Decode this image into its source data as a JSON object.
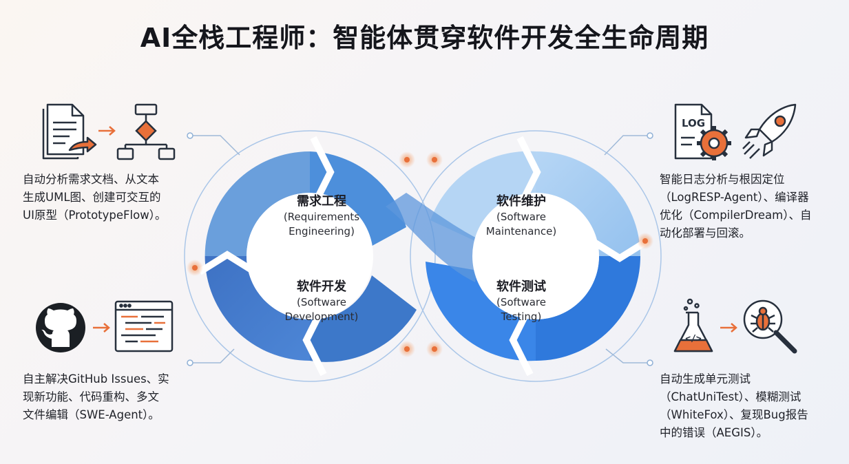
{
  "title": "AI全栈工程师：智能体贯穿软件开发全生命周期",
  "stages": {
    "requirements": {
      "title": "需求工程",
      "en1": "(Requirements",
      "en2": "Engineering)"
    },
    "development": {
      "title": "软件开发",
      "en1": "(Software",
      "en2": "Development)"
    },
    "maintenance": {
      "title": "软件维护",
      "en1": "(Software",
      "en2": "Maintenance)"
    },
    "testing": {
      "title": "软件测试",
      "en1": "(Software",
      "en2": "Testing)"
    }
  },
  "descriptions": {
    "requirements": [
      "自动分析需求文档、从文本",
      "生成UML图、创建可交互的",
      "UI原型（PrototypeFlow）。"
    ],
    "development": [
      "自主解决GitHub Issues、实",
      "现新功能、代码重构、多文",
      "文件编辑（SWE-Agent）。"
    ],
    "maintenance": [
      "智能日志分析与根因定位",
      "（LogRESP-Agent）、编译器",
      "优化（CompilerDream）、自",
      "动化部署与回滚。"
    ],
    "testing": [
      "自动生成单元测试",
      "（ChatUniTest）、模糊测试",
      "（WhiteFox）、复现Bug报告",
      "中的错误（AEGIS）。"
    ]
  },
  "icons": {
    "requirements": [
      "document-icon",
      "arrow-icon",
      "flowchart-icon"
    ],
    "development": [
      "github-icon",
      "arrow-icon",
      "code-editor-icon"
    ],
    "maintenance": [
      "log-gear-icon",
      "rocket-icon"
    ],
    "testing": [
      "flask-code-icon",
      "arrow-icon",
      "bug-magnifier-icon"
    ]
  },
  "icon_text": {
    "log": "LOG",
    "code": "</>"
  },
  "colors": {
    "blue_dark": "#3f7fcf",
    "blue_mid": "#4d8fdb",
    "blue_light": "#a7cdf2",
    "blue_bright": "#3a86e8",
    "accent_orange": "#e8703a",
    "outline": "#27303d"
  }
}
